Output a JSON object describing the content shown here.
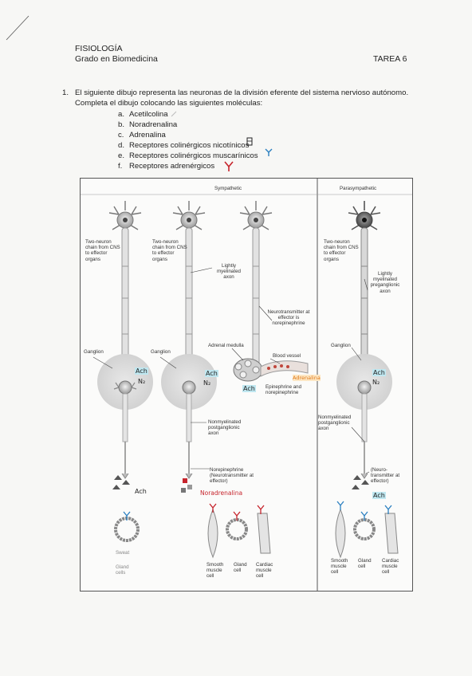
{
  "header": {
    "course": "FISIOLOGÍA",
    "degree": "Grado en Biomedicina",
    "task": "TAREA 6"
  },
  "question": {
    "number": "1.",
    "line1": "El siguiente dibujo representa las neuronas de la división eferente del sistema nervioso autónomo.",
    "line2": "Completa el dibujo colocando las siguientes moléculas:",
    "options": [
      {
        "letter": "a.",
        "text": "Acetilcolina"
      },
      {
        "letter": "b.",
        "text": "Noradrenalina"
      },
      {
        "letter": "c.",
        "text": "Adrenalina"
      },
      {
        "letter": "d.",
        "text": "Receptores colinérgicos nicotínicos"
      },
      {
        "letter": "e.",
        "text": "Receptores colinérgicos muscarínicos"
      },
      {
        "letter": "f.",
        "text": "Receptores adrenérgicos"
      }
    ]
  },
  "figure": {
    "sympathetic": "Sympathetic",
    "parasympathetic": "Parasympathetic",
    "two_neuron_1": "Two-neuron chain from CNS to effector organs",
    "two_neuron_2": "Two-neuron chain from CNS to effector organs",
    "two_neuron_3": "Two-neuron chain from CNS to effector organs",
    "lightly_myelinated": "Lightly myelinated axon",
    "lightly_myelinated_pre": "Lightly myelinated preganglionic axon",
    "neurotransmitter": "Neurotransmitter at effector is norepinephrine",
    "adrenal_medulla": "Adrenal medulla",
    "blood_vessel": "Blood vessel",
    "ganglion": "Ganglion",
    "epinephrine": "Epinephrine and norepinephrine",
    "nonmyelinated_1": "Nonmyelinated postganglionic axon",
    "nonmyelinated_2": "Nonmyelinated postganglionic axon",
    "norepinephrine": "Norepinephrine (Neurotransmitter at effector)",
    "neuro_transmitter": "(Neuro- transmitter at effector)",
    "sweat": "Sweat",
    "gland_cells": "Gland cells",
    "smooth_muscle": "Smooth muscle cell",
    "gland_cell": "Gland cell",
    "cardiac_muscle": "Cardiac muscle cell",
    "smooth_muscle_2": "Smooth muscle cell",
    "gland_cell_2": "Gland cell",
    "cardiac_muscle_2": "Cardiac muscle cell"
  },
  "handwriting": {
    "ach": "Ach",
    "n2": "N₂",
    "adrenalina": "Adrenalina",
    "noradrenalina": "Noradrenalina"
  },
  "colors": {
    "paper": "#f7f7f5",
    "ink": "#222222",
    "highlight": "#bfe7f0",
    "red": "#c6242c",
    "blue": "#2a7fc0",
    "orange": "#e07a1a"
  }
}
